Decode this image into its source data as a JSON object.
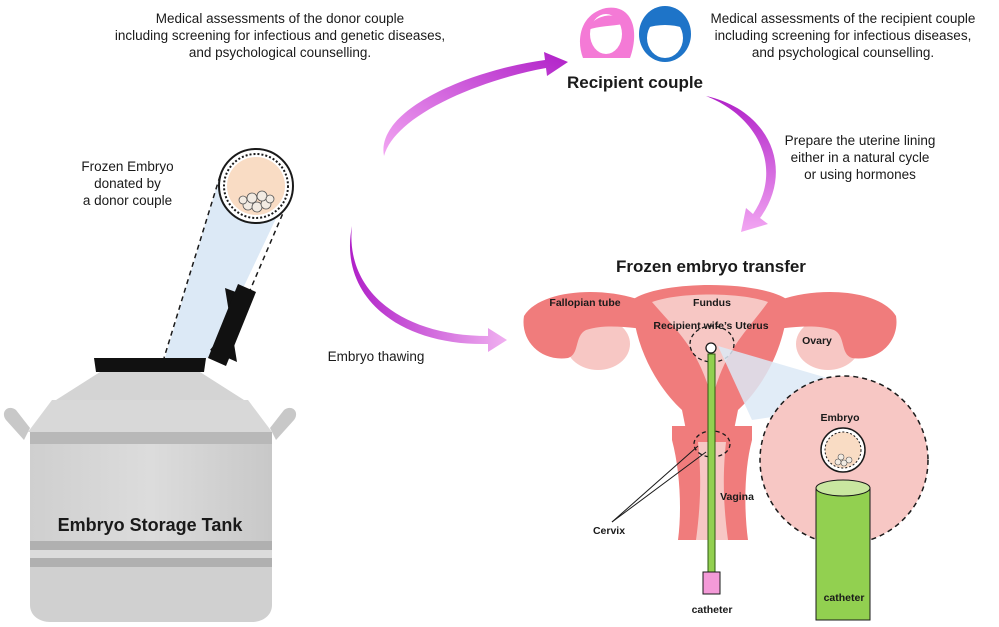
{
  "texts": {
    "donor_assessment": "Medical assessments of the donor couple\nincluding  screening for infectious and genetic diseases,\nand psychological counselling.",
    "recipient_assessment": "Medical assessments of the recipient couple\nincluding screening for infectious diseases,\nand psychological counselling.",
    "recipient_couple": "Recipient couple",
    "prepare_lining": "Prepare the uterine lining\neither in a natural cycle\nor using hormones",
    "frozen_embryo_donated": "Frozen Embryo\ndonated by\na donor couple",
    "frozen_embryo_transfer": "Frozen embryo transfer",
    "embryo_thawing": "Embryo thawing",
    "tank_label": "Embryo Storage Tank",
    "fallopian_tube": "Fallopian tube",
    "fundus": "Fundus",
    "recipient_uterus": "Recipient wife’s Uterus",
    "ovary": "Ovary",
    "embryo": "Embryo",
    "vagina": "Vagina",
    "cervix": "Cervix",
    "catheter_left": "catheter",
    "catheter_right": "catheter"
  },
  "colors": {
    "arrow_magenta": "#c02ad0",
    "arrow_pink": "#f2a6f2",
    "uterus_red": "#f07c7c",
    "uterus_light": "#f7c7c4",
    "tank_gray": "#d0d0d0",
    "catheter_green": "#92d050",
    "catheter_tip_pink": "#f49ad8",
    "woman_pink": "#f47ad6",
    "man_blue": "#1e74c8",
    "beam_blue": "#dce9f6"
  },
  "icons": [
    "woman-icon",
    "man-icon",
    "embryo-icon",
    "storage-tank-icon",
    "uterus-icon",
    "catheter-icon"
  ]
}
